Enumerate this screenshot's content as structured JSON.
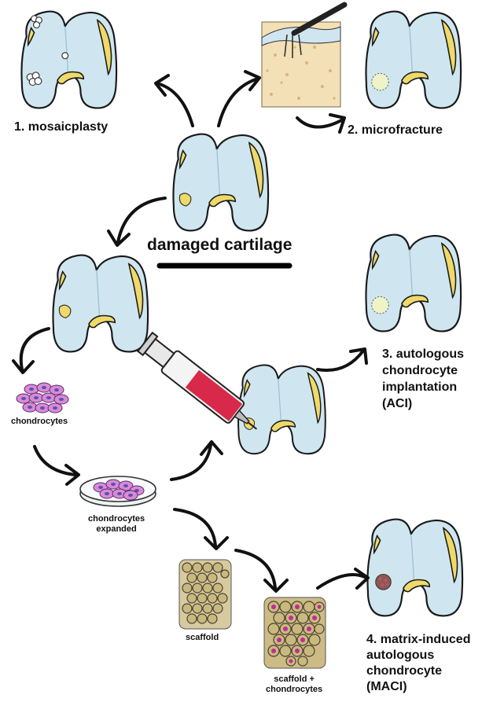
{
  "labels": {
    "mosaicplasty": "1. mosaicplasty",
    "microfracture": "2. microfracture",
    "damaged": "damaged cartilage",
    "aci_lines": [
      "3. autologous",
      "chondrocyte",
      "implantation",
      "(ACI)"
    ],
    "chondrocytes": "chondrocytes",
    "expanded_lines": [
      "chondrocytes",
      "expanded"
    ],
    "scaffold": "scaffold",
    "scaffold_chondro_lines": [
      "scaffold +",
      "chondrocytes"
    ],
    "maci_lines": [
      "4. matrix-induced",
      "autologous",
      "chondrocyte",
      "(MACI)"
    ]
  },
  "colors": {
    "bone": "#cfe6f0",
    "cartilage": "#efd96a",
    "cells": "#d98ad6",
    "syringe_fluid": "#d8294a",
    "scaffold": "#c9b97e"
  }
}
